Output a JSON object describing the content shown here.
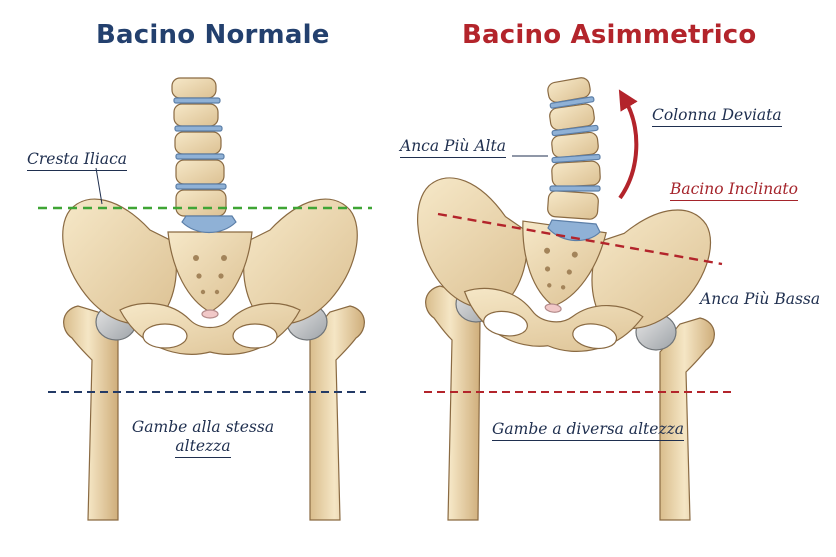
{
  "titles": {
    "normal": "Bacino Normale",
    "asymmetric": "Bacino Asimmetrico"
  },
  "labels": {
    "iliac_crest": "Cresta Iliaca",
    "legs_same_line1": "Gambe alla stessa",
    "legs_same_line2": "altezza",
    "hip_higher": "Anca Più Alta",
    "spine_deviated": "Colonna Deviata",
    "pelvis_tilted": "Bacino Inclinato",
    "hip_lower": "Anca Più Bassa",
    "legs_different": "Gambe a diversa altezza"
  },
  "colors": {
    "title_normal": "#23406e",
    "title_asymmetric": "#b3242b",
    "bone": "#efdcb5",
    "bone_shadow": "#c9a877",
    "disc": "#8fb1d6",
    "green_line": "#3fa535",
    "navy_line": "#233a66",
    "red_line": "#b3242b"
  }
}
